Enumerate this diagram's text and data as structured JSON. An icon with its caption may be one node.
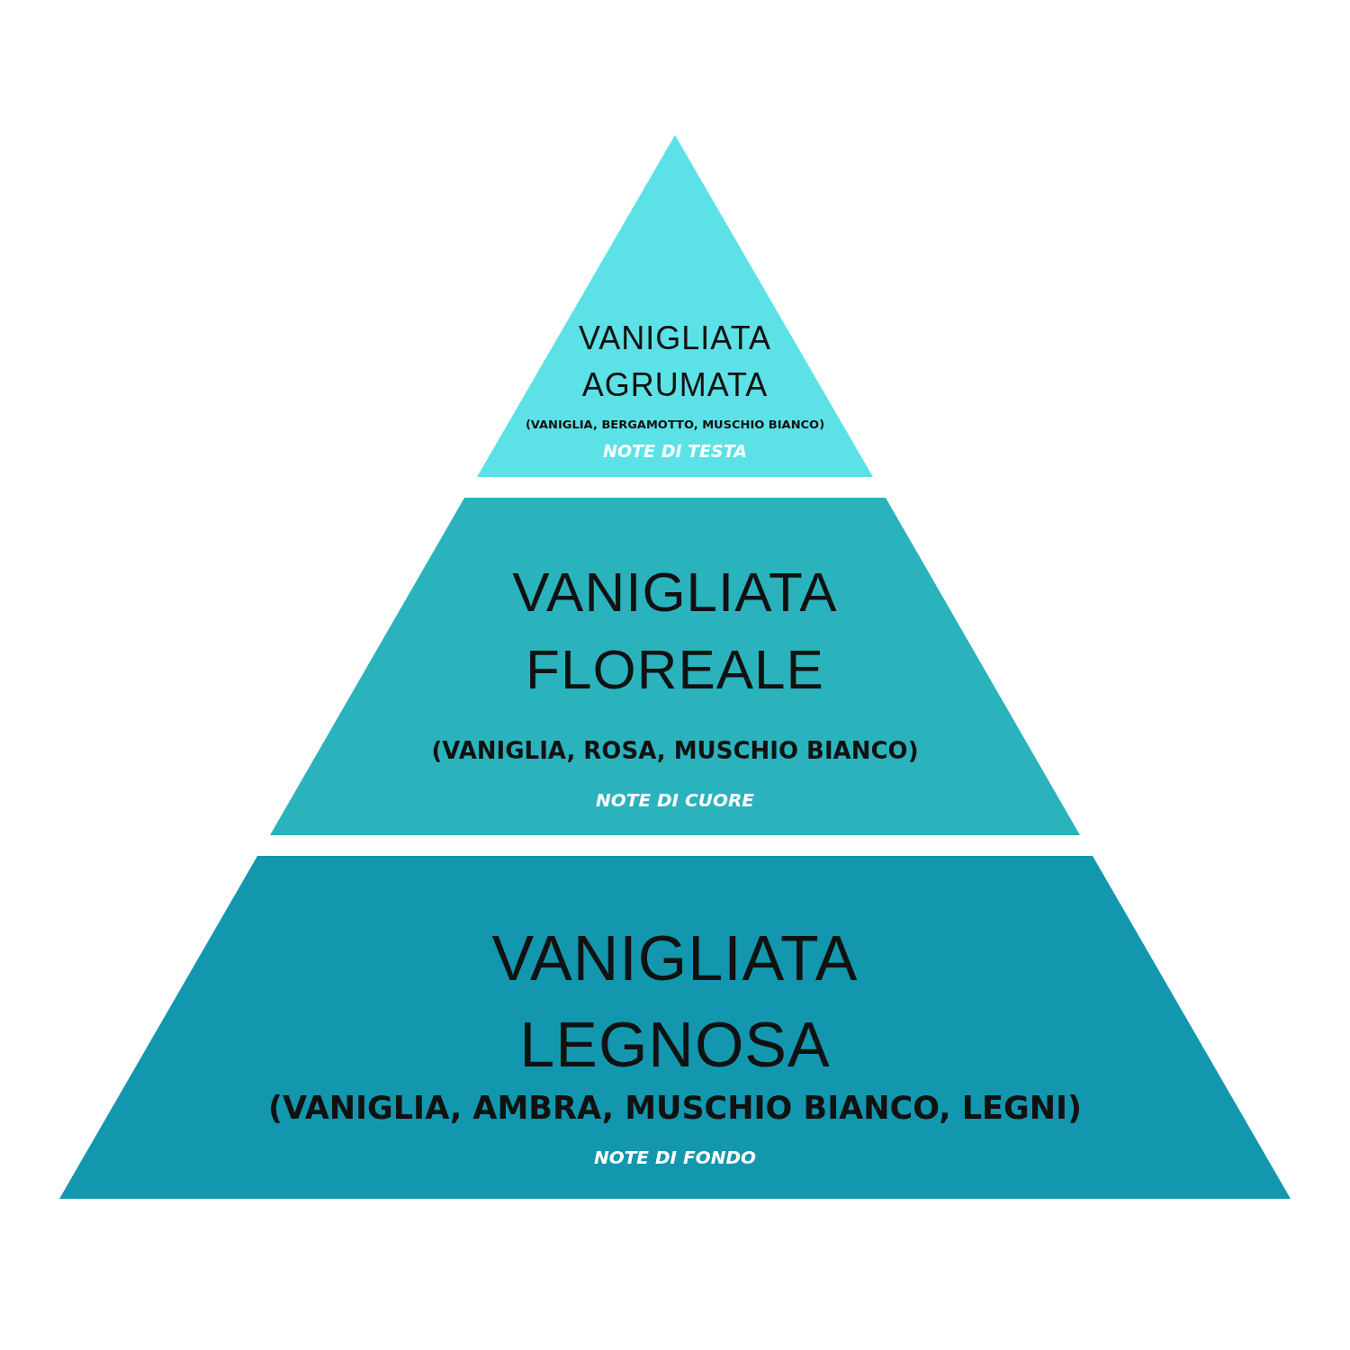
{
  "diagram": {
    "nodes": [
      {
        "text": [
          "VANIGLIATA AGRUMATA",
          "(VANIGLIA, BERGAMOTTO, MUSCHIO BIANCO)",
          "NOTE DI TESTA"
        ]
      },
      {
        "text": [
          "VANIGLIATA FLOREALE",
          "(VANIGLIA, ROSA, MUSCHIO BIANCO)",
          "NOTE DI CUORE"
        ]
      },
      {
        "text": [
          "VANIGLIATA LEGNOSA",
          "(VANIGLIA, AMBRA, MUSCHIO BIANCO, LEGNI)",
          "NOTE DI FONDO"
        ]
      }
    ]
  }
}
